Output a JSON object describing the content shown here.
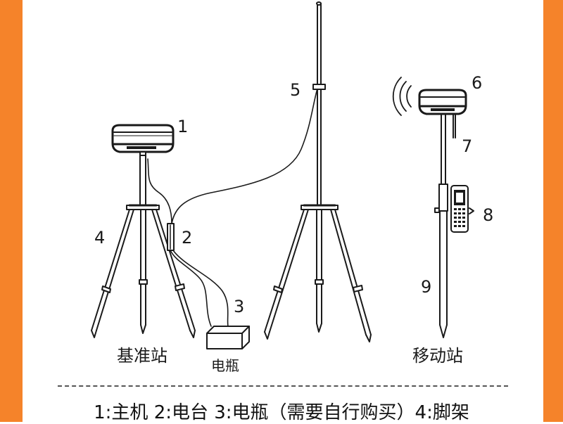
{
  "callouts": {
    "n1": "1",
    "n2": "2",
    "n3": "3",
    "n4": "4",
    "n5": "5",
    "n6": "6",
    "n7": "7",
    "n8": "8",
    "n9": "9"
  },
  "labels": {
    "base_station": "基准站",
    "battery": "电瓶",
    "rover_station": "移动站"
  },
  "legend": {
    "text": "1:主机  2:电台 3:电瓶（需要自行购买）4:脚架"
  },
  "colors": {
    "border": "#f5832a",
    "line": "#1a1a1a"
  }
}
